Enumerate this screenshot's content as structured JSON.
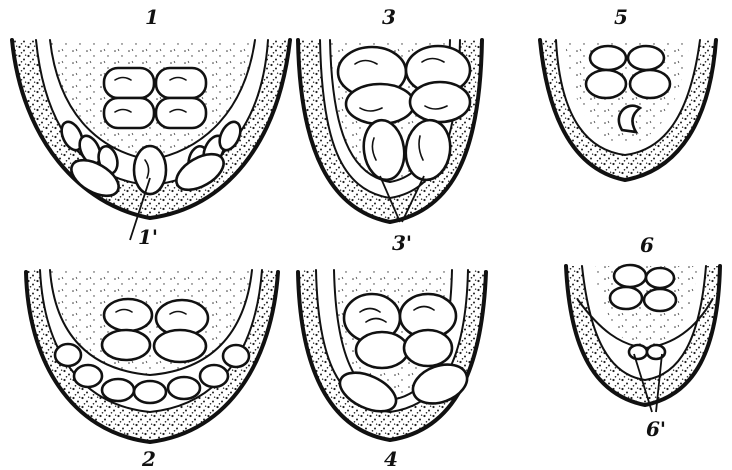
{
  "figure": {
    "panel_labels": [
      "1",
      "2",
      "3",
      "4",
      "5",
      "6"
    ],
    "callout_labels": [
      "1'",
      "3'",
      "6'"
    ]
  }
}
